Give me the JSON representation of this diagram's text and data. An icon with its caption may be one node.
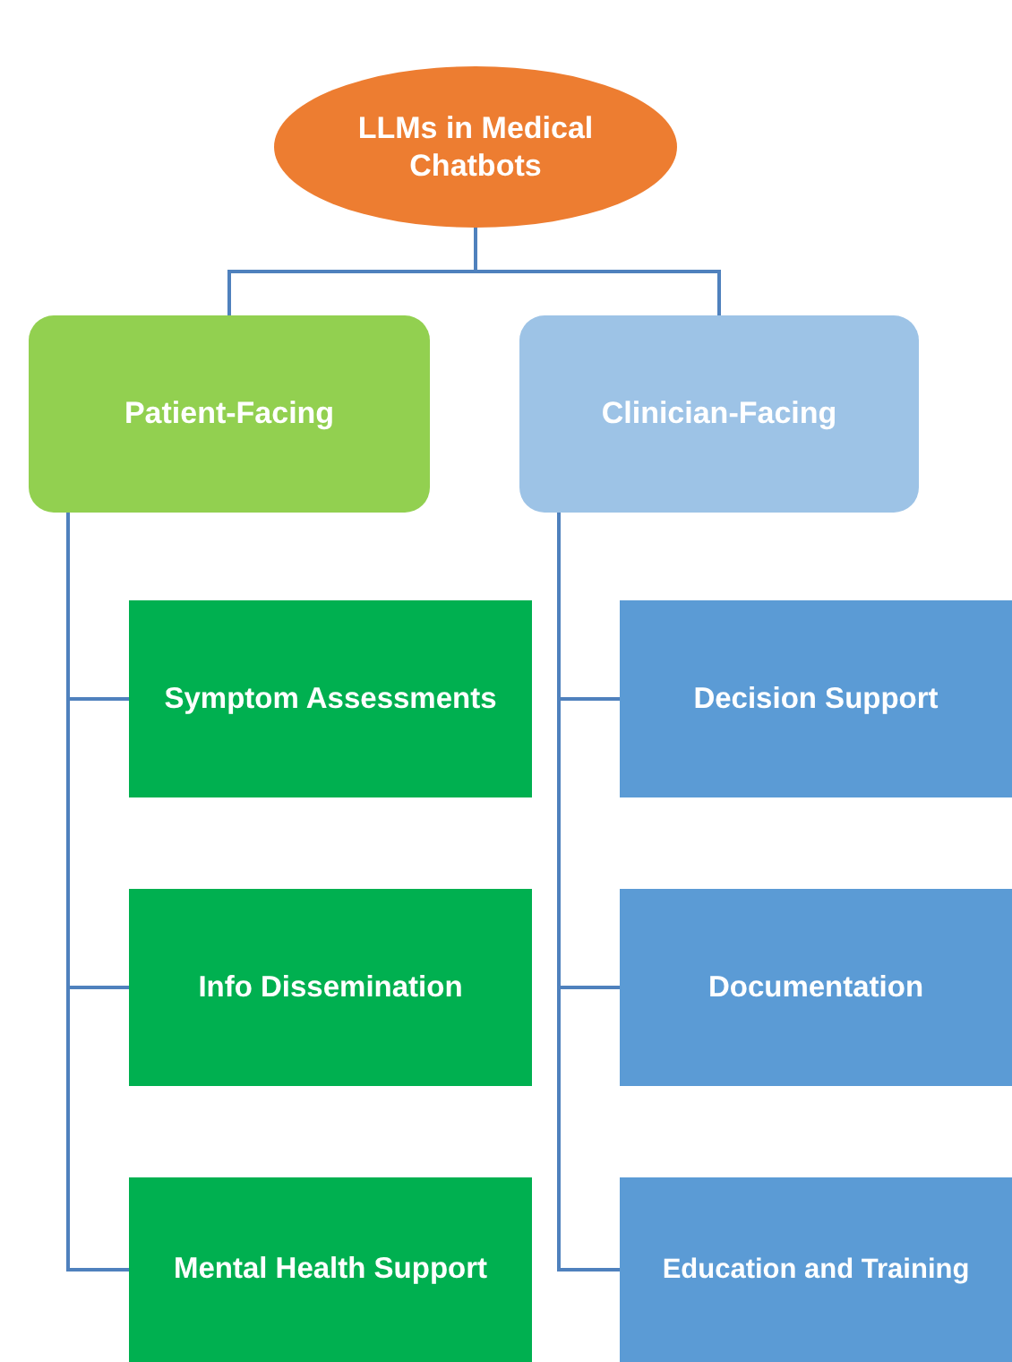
{
  "diagram": {
    "nodes": [
      {
        "text": [
          "LLMs in Medical Chatbots"
        ]
      },
      {
        "text": [
          "Patient-Facing"
        ]
      },
      {
        "text": [
          "Clinician-Facing"
        ]
      },
      {
        "text": [
          "Symptom Assessments"
        ]
      },
      {
        "text": [
          "Info Dissemination"
        ]
      },
      {
        "text": [
          "Mental Health Support"
        ]
      },
      {
        "text": [
          "Decision Support"
        ]
      },
      {
        "text": [
          "Documentation"
        ]
      },
      {
        "text": [
          "Education and Training"
        ]
      }
    ],
    "edges": [
      {
        "from": 0,
        "to": 1,
        "arrow": "none"
      },
      {
        "from": 0,
        "to": 2,
        "arrow": "none"
      },
      {
        "from": 1,
        "to": 3,
        "arrow": "none"
      },
      {
        "from": 1,
        "to": 4,
        "arrow": "none"
      },
      {
        "from": 1,
        "to": 5,
        "arrow": "none"
      },
      {
        "from": 2,
        "to": 6,
        "arrow": "none"
      },
      {
        "from": 2,
        "to": 7,
        "arrow": "none"
      },
      {
        "from": 2,
        "to": 8,
        "arrow": "none"
      }
    ]
  }
}
